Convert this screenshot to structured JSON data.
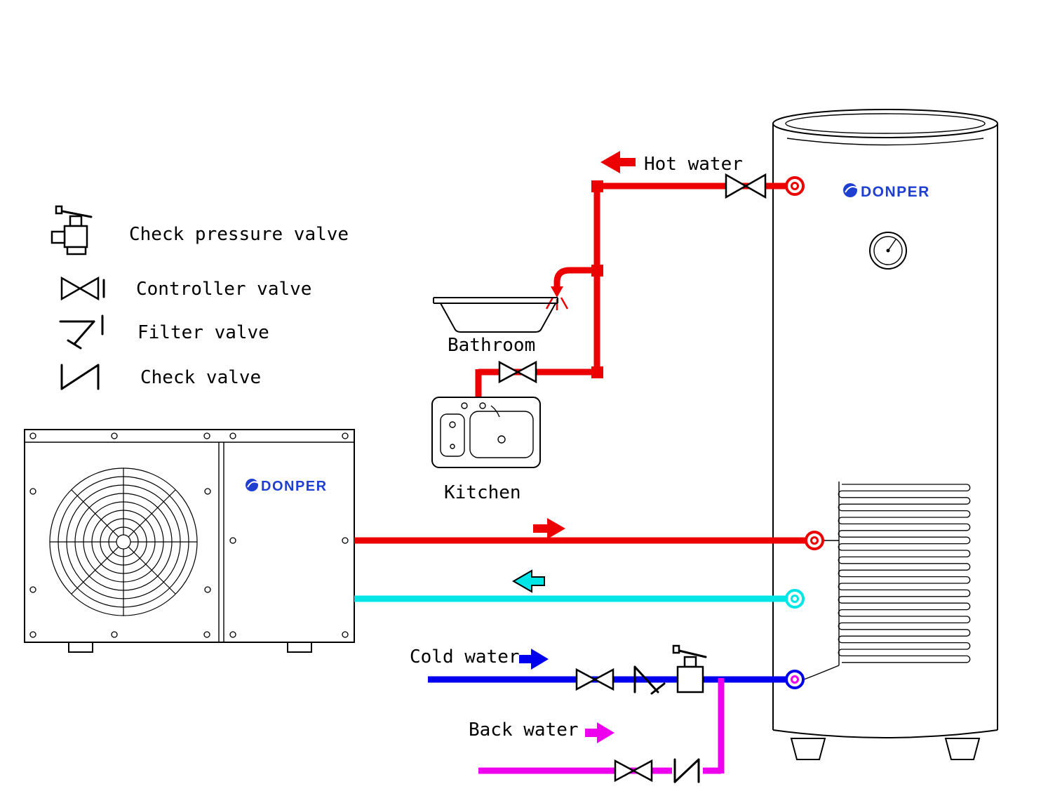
{
  "brand": {
    "name": "DONPER",
    "color": "#1e3fd0"
  },
  "legend": {
    "items": [
      {
        "id": "check-pressure-valve",
        "label": "Check pressure valve"
      },
      {
        "id": "controller-valve",
        "label": "Controller valve"
      },
      {
        "id": "filter-valve",
        "label": "Filter valve"
      },
      {
        "id": "check-valve",
        "label": "Check valve"
      }
    ]
  },
  "labels": {
    "hot_water": "Hot water",
    "bathroom": "Bathroom",
    "kitchen": "Kitchen",
    "cold_water": "Cold water",
    "back_water": "Back water"
  },
  "pipes": {
    "hot": "#ec0000",
    "return": "#00e6e6",
    "cold": "#0000ee",
    "back": "#ee00ee"
  }
}
